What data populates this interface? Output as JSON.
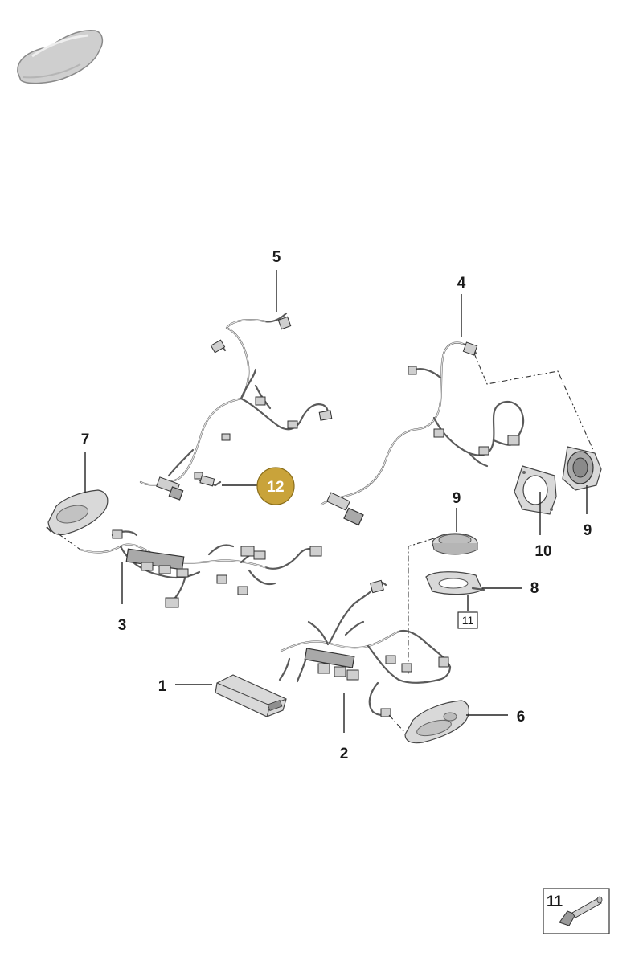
{
  "labels": {
    "l1": "1",
    "l2": "2",
    "l3": "3",
    "l4": "4",
    "l5": "5",
    "l6": "6",
    "l7": "7",
    "l8": "8",
    "l9a": "9",
    "l9b": "9",
    "l10": "10",
    "l11_box": "11",
    "l12": "12"
  },
  "inset": {
    "label": "11"
  },
  "colors": {
    "highlight": "#c9a33a",
    "line": "#222222",
    "part": "#d9d9d9"
  },
  "icons": {
    "vehicle": "car-silhouette-icon"
  }
}
